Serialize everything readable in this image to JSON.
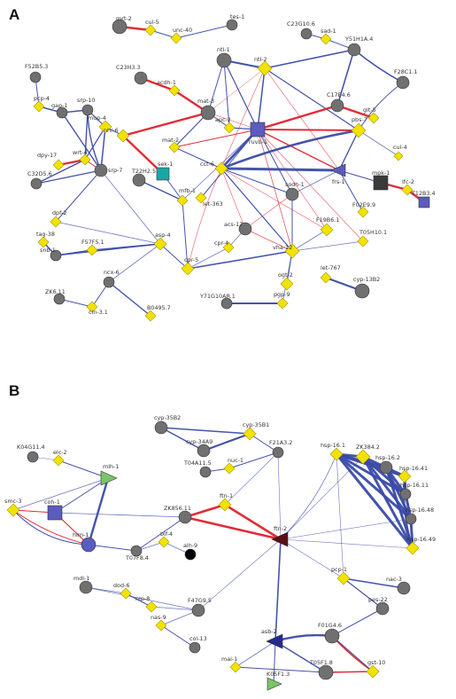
{
  "panels": [
    {
      "letter": "A",
      "nodes": [
        {
          "id": "mrt-2",
          "label": "mrt-2",
          "shape": "circle",
          "color": "grey"
        },
        {
          "id": "cul-5",
          "label": "cul-5",
          "shape": "diamond",
          "color": "yellow"
        },
        {
          "id": "unc-40",
          "label": "unc-40",
          "shape": "diamond",
          "color": "yellow"
        },
        {
          "id": "tes-1",
          "label": "tes-1",
          "shape": "circle",
          "color": "grey"
        },
        {
          "id": "C23G10.6",
          "label": "C23G10.6",
          "shape": "circle",
          "color": "grey"
        },
        {
          "id": "sad-1",
          "label": "sad-1",
          "shape": "diamond",
          "color": "yellow"
        },
        {
          "id": "Y51H1A.4",
          "label": "Y51H1A.4",
          "shape": "circle",
          "color": "grey"
        },
        {
          "id": "F52B5.3",
          "label": "F52B5.3",
          "shape": "circle",
          "color": "grey"
        },
        {
          "id": "C23H3.3",
          "label": "C23H3.3",
          "shape": "circle",
          "color": "grey"
        },
        {
          "id": "ntl-1",
          "label": "ntl-1",
          "shape": "circle",
          "color": "grey"
        },
        {
          "id": "ntl-2",
          "label": "ntl-2",
          "shape": "diamond",
          "color": "yellow"
        },
        {
          "id": "F28C1.1",
          "label": "F28C1.1",
          "shape": "circle",
          "color": "grey"
        },
        {
          "id": "pcp-4",
          "label": "pcp-4",
          "shape": "diamond",
          "color": "yellow"
        },
        {
          "id": "gap-1",
          "label": "gap-1",
          "shape": "circle",
          "color": "grey"
        },
        {
          "id": "srp-10",
          "label": "srp-10",
          "shape": "circle",
          "color": "grey"
        },
        {
          "id": "acdh-1",
          "label": "acdh-1",
          "shape": "diamond",
          "color": "yellow"
        },
        {
          "id": "mup-4",
          "label": "mup-4",
          "shape": "diamond",
          "color": "yellow"
        },
        {
          "id": "mat-3",
          "label": "mat-3",
          "shape": "circle",
          "color": "grey"
        },
        {
          "id": "glt-5",
          "label": "glt-5",
          "shape": "diamond",
          "color": "yellow"
        },
        {
          "id": "C17E4.6",
          "label": "C17E4.6",
          "shape": "circle",
          "color": "grey"
        },
        {
          "id": "nhr-6",
          "label": "nhr-6",
          "shape": "diamond",
          "color": "yellow"
        },
        {
          "id": "apc-2",
          "label": "apc-2",
          "shape": "diamond",
          "color": "yellow"
        },
        {
          "id": "ruvb-1",
          "label": "ruvb-1",
          "shape": "square",
          "color": "blue"
        },
        {
          "id": "pbs-7",
          "label": "pbs-7",
          "shape": "diamond",
          "color": "yellow"
        },
        {
          "id": "mat-2",
          "label": "mat-2",
          "shape": "diamond",
          "color": "yellow"
        },
        {
          "id": "dpy-17",
          "label": "dpy-17",
          "shape": "diamond",
          "color": "yellow"
        },
        {
          "id": "wrt-4",
          "label": "wrt-4",
          "shape": "diamond",
          "color": "yellow"
        },
        {
          "id": "srp-7",
          "label": "srp-7",
          "shape": "circle",
          "color": "grey"
        },
        {
          "id": "cct-6",
          "label": "cct-6",
          "shape": "diamond",
          "color": "yellow"
        },
        {
          "id": "cul-4",
          "label": "cul-4",
          "shape": "diamond",
          "color": "yellow"
        },
        {
          "id": "C32D5.6",
          "label": "C32D5.6",
          "shape": "circle",
          "color": "grey"
        },
        {
          "id": "sek-1",
          "label": "sek-1",
          "shape": "square",
          "color": "teal"
        },
        {
          "id": "frs-1",
          "label": "frs-1",
          "shape": "triangle",
          "color": "blue"
        },
        {
          "id": "mpk-1",
          "label": "mpk-1",
          "shape": "square",
          "color": "dark"
        },
        {
          "id": "lfc-2",
          "label": "lfc-2",
          "shape": "diamond",
          "color": "yellow"
        },
        {
          "id": "T12B3.4",
          "label": "T12B3.4",
          "shape": "square",
          "color": "blue"
        },
        {
          "id": "T22H2.5",
          "label": "T22H2.5",
          "shape": "circle",
          "color": "grey"
        },
        {
          "id": "mfb-1",
          "label": "mfb-1",
          "shape": "diamond",
          "color": "yellow"
        },
        {
          "id": "sodh-1",
          "label": "sodh-1",
          "shape": "circle",
          "color": "grey"
        },
        {
          "id": "let-363",
          "label": "let-363",
          "shape": "diamond",
          "color": "yellow"
        },
        {
          "id": "F02E9.9",
          "label": "F02E9.9",
          "shape": "diamond",
          "color": "yellow"
        },
        {
          "id": "dpf-2",
          "label": "dpf-2",
          "shape": "diamond",
          "color": "yellow"
        },
        {
          "id": "acs-17",
          "label": "acs-17",
          "shape": "circle",
          "color": "grey"
        },
        {
          "id": "F19B6.1",
          "label": "F19B6.1",
          "shape": "diamond",
          "color": "yellow"
        },
        {
          "id": "tag-38",
          "label": "tag-38",
          "shape": "diamond",
          "color": "yellow"
        },
        {
          "id": "asp-4",
          "label": "asp-4",
          "shape": "diamond",
          "color": "yellow"
        },
        {
          "id": "cpr-4",
          "label": "cpr-4",
          "shape": "diamond",
          "color": "yellow"
        },
        {
          "id": "vha-12",
          "label": "vha-12",
          "shape": "diamond",
          "color": "yellow"
        },
        {
          "id": "T05H10.1",
          "label": "T05H10.1",
          "shape": "diamond",
          "color": "yellow"
        },
        {
          "id": "snb-1",
          "label": "snb-1",
          "shape": "circle",
          "color": "grey"
        },
        {
          "id": "F57F5.1",
          "label": "F57F5.1",
          "shape": "diamond",
          "color": "yellow"
        },
        {
          "id": "cpr-5",
          "label": "cpr-5",
          "shape": "diamond",
          "color": "yellow"
        },
        {
          "id": "ncx-6",
          "label": "ncx-6",
          "shape": "circle",
          "color": "grey"
        },
        {
          "id": "let-767",
          "label": "let-767",
          "shape": "diamond",
          "color": "yellow"
        },
        {
          "id": "ogt-2",
          "label": "ogt-2",
          "shape": "diamond",
          "color": "yellow"
        },
        {
          "id": "cyp-13B2",
          "label": "cyp-13B2",
          "shape": "circle",
          "color": "grey"
        },
        {
          "id": "ZK6.11",
          "label": "ZK6.11",
          "shape": "circle",
          "color": "grey"
        },
        {
          "id": "cin-3.1",
          "label": "cin-3.1",
          "shape": "diamond",
          "color": "yellow"
        },
        {
          "id": "B0495.7",
          "label": "B0495.7",
          "shape": "diamond",
          "color": "yellow"
        },
        {
          "id": "Y71G10AR.1",
          "label": "Y71G10AR.1",
          "shape": "circle",
          "color": "grey"
        },
        {
          "id": "pgp-9",
          "label": "pgp-9",
          "shape": "diamond",
          "color": "yellow"
        }
      ]
    },
    {
      "letter": "B",
      "nodes": [
        {
          "id": "cyp-35B2",
          "label": "cyp-35B2",
          "shape": "circle",
          "color": "grey"
        },
        {
          "id": "cyp-35B1",
          "label": "cyp-35B1",
          "shape": "diamond",
          "color": "yellow"
        },
        {
          "id": "cyp-34A9",
          "label": "cyp-34A9",
          "shape": "circle",
          "color": "grey"
        },
        {
          "id": "K04G11.4",
          "label": "K04G11.4",
          "shape": "circle",
          "color": "grey"
        },
        {
          "id": "F21A3.2",
          "label": "F21A3.2",
          "shape": "circle",
          "color": "grey"
        },
        {
          "id": "elc-2",
          "label": "elc-2",
          "shape": "diamond",
          "color": "yellow"
        },
        {
          "id": "mlh-1",
          "label": "mlh-1",
          "shape": "triangle",
          "color": "green"
        },
        {
          "id": "T04A11.5",
          "label": "T04A11.5",
          "shape": "circle",
          "color": "grey"
        },
        {
          "id": "nuc-1",
          "label": "nuc-1",
          "shape": "diamond",
          "color": "yellow"
        },
        {
          "id": "hsp-16.1",
          "label": "hsp-16.1",
          "shape": "diamond",
          "color": "yellow"
        },
        {
          "id": "ZK384.2",
          "label": "ZK384.2",
          "shape": "diamond",
          "color": "yellow"
        },
        {
          "id": "hsp-16.2",
          "label": "hsp-16.2",
          "shape": "circle",
          "color": "grey"
        },
        {
          "id": "hsp-16.41",
          "label": "hsp-16.41",
          "shape": "diamond",
          "color": "yellow"
        },
        {
          "id": "smc-3",
          "label": "smc-3",
          "shape": "diamond",
          "color": "yellow"
        },
        {
          "id": "coh-1",
          "label": "coh-1",
          "shape": "square",
          "color": "blue"
        },
        {
          "id": "ftn-1",
          "label": "ftn-1",
          "shape": "diamond",
          "color": "yellow"
        },
        {
          "id": "ZK856.11",
          "label": "ZK856.11",
          "shape": "circle",
          "color": "grey"
        },
        {
          "id": "hsp-16.11",
          "label": "hsp-16.11",
          "shape": "circle",
          "color": "grey"
        },
        {
          "id": "ftn-2",
          "label": "ftn-2",
          "shape": "triangle",
          "color": "dark-red"
        },
        {
          "id": "hsp-16.48",
          "label": "hsp-16.48",
          "shape": "circle",
          "color": "grey"
        },
        {
          "id": "him-1",
          "label": "him-1",
          "shape": "circle",
          "color": "blue"
        },
        {
          "id": "blf-4",
          "label": "blf-4",
          "shape": "diamond",
          "color": "yellow"
        },
        {
          "id": "hsp-16.49",
          "label": "hsp-16.49",
          "shape": "diamond",
          "color": "yellow"
        },
        {
          "id": "T07F8.4",
          "label": "T07F8.4",
          "shape": "circle",
          "color": "grey"
        },
        {
          "id": "alh-9",
          "label": "alh-9",
          "shape": "circle",
          "color": "black"
        },
        {
          "id": "pcp-1",
          "label": "pcp-1",
          "shape": "diamond",
          "color": "yellow"
        },
        {
          "id": "mdl-1",
          "label": "mdl-1",
          "shape": "circle",
          "color": "grey"
        },
        {
          "id": "nac-3",
          "label": "nac-3",
          "shape": "circle",
          "color": "grey"
        },
        {
          "id": "dod-6",
          "label": "dod-6",
          "shape": "diamond",
          "color": "yellow"
        },
        {
          "id": "nlp-8",
          "label": "nlp-8",
          "shape": "diamond",
          "color": "yellow"
        },
        {
          "id": "F47G9.5",
          "label": "F47G9.5",
          "shape": "circle",
          "color": "grey"
        },
        {
          "id": "pes-22",
          "label": "pes-22",
          "shape": "circle",
          "color": "grey"
        },
        {
          "id": "nas-9",
          "label": "nas-9",
          "shape": "diamond",
          "color": "yellow"
        },
        {
          "id": "asb-2",
          "label": "asb-2",
          "shape": "triangle",
          "color": "navy"
        },
        {
          "id": "F01G4.6",
          "label": "F01G4.6",
          "shape": "circle",
          "color": "grey"
        },
        {
          "id": "col-13",
          "label": "col-13",
          "shape": "circle",
          "color": "grey"
        },
        {
          "id": "mai-1",
          "label": "mai-1",
          "shape": "diamond",
          "color": "yellow"
        },
        {
          "id": "T05F1.8",
          "label": "T05F1.8",
          "shape": "circle",
          "color": "grey"
        },
        {
          "id": "gst-10",
          "label": "gst-10",
          "shape": "diamond",
          "color": "yellow"
        },
        {
          "id": "K05F1.3",
          "label": "K05F1.3",
          "shape": "triangle",
          "color": "green"
        }
      ]
    }
  ],
  "colors": {
    "node_grey": "#707070",
    "node_yellow": "#f2e200",
    "node_blue": "#5b5bc0",
    "node_teal": "#1aa6a6",
    "node_dark": "#3a3a3a",
    "node_black": "#000000",
    "node_green": "#7cc36a",
    "node_navy": "#252a8c",
    "node_dark_red": "#5a0f14",
    "edge_blue": "#3a4aa8",
    "edge_red": "#e0202c"
  }
}
